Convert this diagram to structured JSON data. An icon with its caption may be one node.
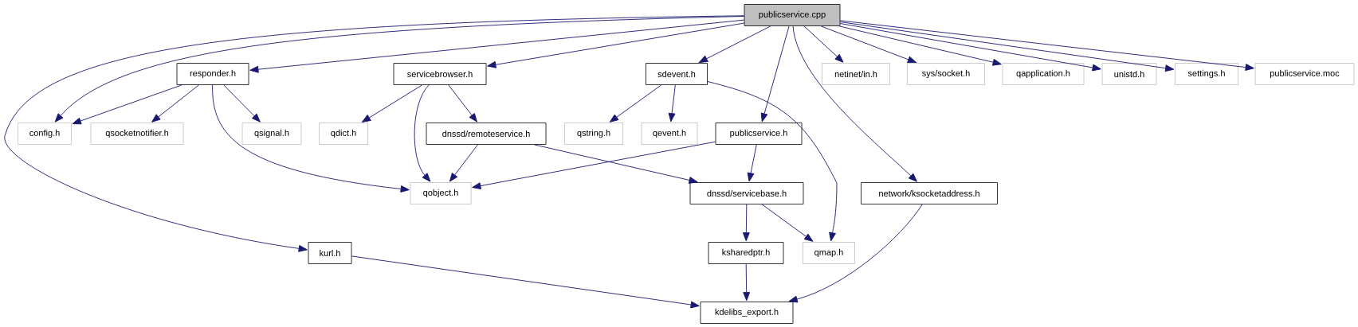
{
  "diagram": {
    "nodes": [
      {
        "text": [
          "publicservice.cpp"
        ]
      },
      {
        "text": [
          "responder.h"
        ]
      },
      {
        "text": [
          "servicebrowser.h"
        ]
      },
      {
        "text": [
          "sdevent.h"
        ]
      },
      {
        "text": [
          "netinet/in.h"
        ]
      },
      {
        "text": [
          "sys/socket.h"
        ]
      },
      {
        "text": [
          "qapplication.h"
        ]
      },
      {
        "text": [
          "unistd.h"
        ]
      },
      {
        "text": [
          "settings.h"
        ]
      },
      {
        "text": [
          "publicservice.moc"
        ]
      },
      {
        "text": [
          "config.h"
        ]
      },
      {
        "text": [
          "qsocketnotifier.h"
        ]
      },
      {
        "text": [
          "qsignal.h"
        ]
      },
      {
        "text": [
          "qdict.h"
        ]
      },
      {
        "text": [
          "dnssd/remoteservice.h"
        ]
      },
      {
        "text": [
          "qstring.h"
        ]
      },
      {
        "text": [
          "qevent.h"
        ]
      },
      {
        "text": [
          "publicservice.h"
        ]
      },
      {
        "text": [
          "qobject.h"
        ]
      },
      {
        "text": [
          "dnssd/servicebase.h"
        ]
      },
      {
        "text": [
          "network/ksocketaddress.h"
        ]
      },
      {
        "text": [
          "kurl.h"
        ]
      },
      {
        "text": [
          "ksharedptr.h"
        ]
      },
      {
        "text": [
          "qmap.h"
        ]
      },
      {
        "text": [
          "kdelibs_export.h"
        ]
      }
    ],
    "edges": [
      {
        "from": 0,
        "to": 1,
        "arrow": "to"
      },
      {
        "from": 0,
        "to": 2,
        "arrow": "to"
      },
      {
        "from": 0,
        "to": 3,
        "arrow": "to"
      },
      {
        "from": 0,
        "to": 4,
        "arrow": "to"
      },
      {
        "from": 0,
        "to": 5,
        "arrow": "to"
      },
      {
        "from": 0,
        "to": 6,
        "arrow": "to"
      },
      {
        "from": 0,
        "to": 7,
        "arrow": "to"
      },
      {
        "from": 0,
        "to": 8,
        "arrow": "to"
      },
      {
        "from": 0,
        "to": 9,
        "arrow": "to"
      },
      {
        "from": 0,
        "to": 10,
        "arrow": "to"
      },
      {
        "from": 0,
        "to": 17,
        "arrow": "to"
      },
      {
        "from": 0,
        "to": 20,
        "arrow": "to"
      },
      {
        "from": 0,
        "to": 21,
        "arrow": "to"
      },
      {
        "from": 1,
        "to": 10,
        "arrow": "to"
      },
      {
        "from": 1,
        "to": 11,
        "arrow": "to"
      },
      {
        "from": 1,
        "to": 12,
        "arrow": "to"
      },
      {
        "from": 1,
        "to": 18,
        "arrow": "to"
      },
      {
        "from": 2,
        "to": 13,
        "arrow": "to"
      },
      {
        "from": 2,
        "to": 14,
        "arrow": "to"
      },
      {
        "from": 2,
        "to": 18,
        "arrow": "to"
      },
      {
        "from": 14,
        "to": 18,
        "arrow": "to"
      },
      {
        "from": 14,
        "to": 19,
        "arrow": "to"
      },
      {
        "from": 3,
        "to": 15,
        "arrow": "to"
      },
      {
        "from": 3,
        "to": 16,
        "arrow": "to"
      },
      {
        "from": 3,
        "to": 23,
        "arrow": "to"
      },
      {
        "from": 17,
        "to": 18,
        "arrow": "to"
      },
      {
        "from": 17,
        "to": 19,
        "arrow": "to"
      },
      {
        "from": 19,
        "to": 22,
        "arrow": "to"
      },
      {
        "from": 19,
        "to": 23,
        "arrow": "to"
      },
      {
        "from": 22,
        "to": 24,
        "arrow": "to"
      },
      {
        "from": 21,
        "to": 24,
        "arrow": "to"
      },
      {
        "from": 20,
        "to": 24,
        "arrow": "to"
      }
    ]
  }
}
